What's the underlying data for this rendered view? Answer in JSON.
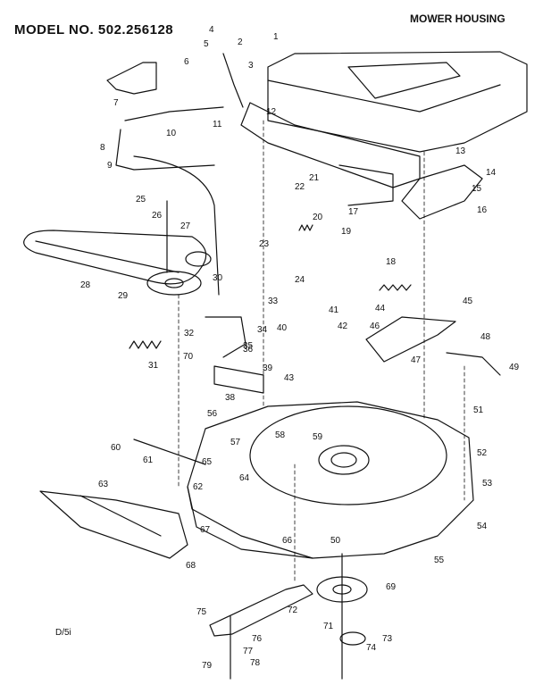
{
  "header": {
    "model_number": "MODEL NO. 502.256128",
    "section_title": "MOWER HOUSING"
  },
  "footer": {
    "page_reference": "D/5i"
  },
  "part_labels": [
    "1",
    "2",
    "3",
    "4",
    "5",
    "6",
    "7",
    "8",
    "9",
    "10",
    "11",
    "12",
    "13",
    "14",
    "15",
    "16",
    "17",
    "18",
    "19",
    "20",
    "21",
    "22",
    "23",
    "24",
    "25",
    "26",
    "27",
    "28",
    "29",
    "30",
    "31",
    "32",
    "33",
    "34",
    "35",
    "36",
    "38",
    "39",
    "40",
    "41",
    "42",
    "43",
    "44",
    "45",
    "46",
    "47",
    "48",
    "49",
    "50",
    "51",
    "52",
    "53",
    "54",
    "55",
    "56",
    "57",
    "58",
    "59",
    "60",
    "61",
    "62",
    "63",
    "64",
    "65",
    "66",
    "67",
    "68",
    "69",
    "70",
    "71",
    "72",
    "73",
    "74",
    "75",
    "76",
    "77",
    "78",
    "79"
  ]
}
